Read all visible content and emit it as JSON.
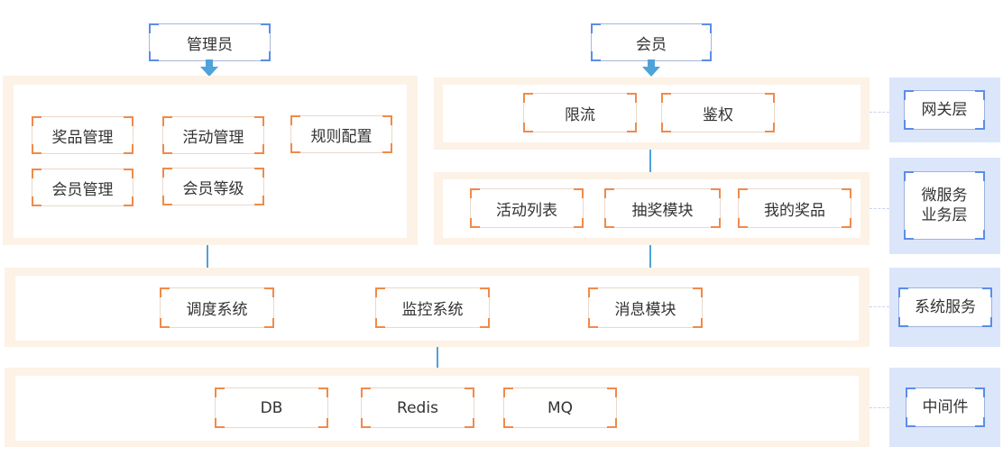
{
  "actors": {
    "admin": "管理员",
    "member": "会员"
  },
  "admin_panel": {
    "modules": [
      "奖品管理",
      "活动管理",
      "规则配置",
      "会员管理",
      "会员等级"
    ]
  },
  "gateway_layer": {
    "modules": [
      "限流",
      "鉴权"
    ],
    "label": "网关层"
  },
  "business_layer": {
    "modules": [
      "活动列表",
      "抽奖模块",
      "我的奖品"
    ],
    "label_line1": "微服务",
    "label_line2": "业务层"
  },
  "system_layer": {
    "modules": [
      "调度系统",
      "监控系统",
      "消息模块"
    ],
    "label": "系统服务"
  },
  "middleware_layer": {
    "modules": [
      "DB",
      "Redis",
      "MQ"
    ],
    "label": "中间件"
  },
  "colors": {
    "panel_bg": "#fdf2e6",
    "bracket": "#f08a4b",
    "side_bg": "#dce6fb",
    "connector": "#4fa3d8"
  }
}
